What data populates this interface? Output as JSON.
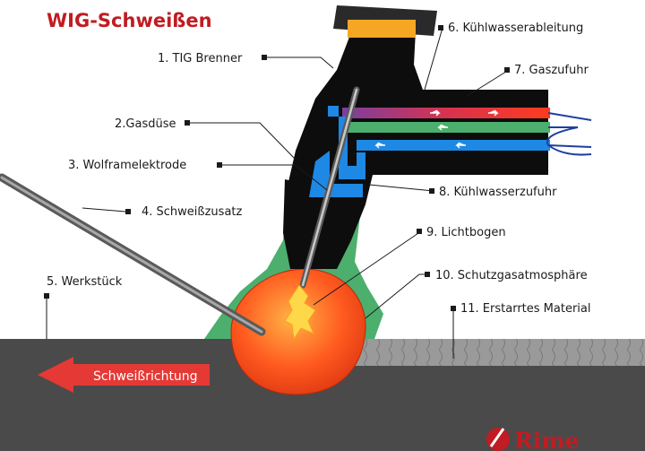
{
  "title": "WIG-Schweißen",
  "labels": {
    "l1": "1. TIG Brenner",
    "l2": "2.Gasdüse",
    "l3": "3. Wolframelektrode",
    "l4": "4. Schweißzusatz",
    "l5": "5. Werkstück",
    "l6": "6. Kühlwasserableitung",
    "l7": "7. Gaszufuhr",
    "l8": "8. Kühlwasserzufuhr",
    "l9": "9. Lichtbogen",
    "l10": "10. Schutzgasatmosphäre",
    "l11": "11. Erstarrtes Material"
  },
  "direction_label": "Schweißrichtung",
  "brand": "Rime",
  "colors": {
    "title_red": "#c01c22",
    "torch_black": "#0d0d0d",
    "cap_orange": "#f5a623",
    "gas_green": "#4caf6d",
    "coolant_blue": "#1e88e5",
    "hot_red": "#e53935",
    "weld_pool": "#ff5a1f",
    "workpiece": "#4a4a4a",
    "solidified": "#9a9a9a"
  }
}
